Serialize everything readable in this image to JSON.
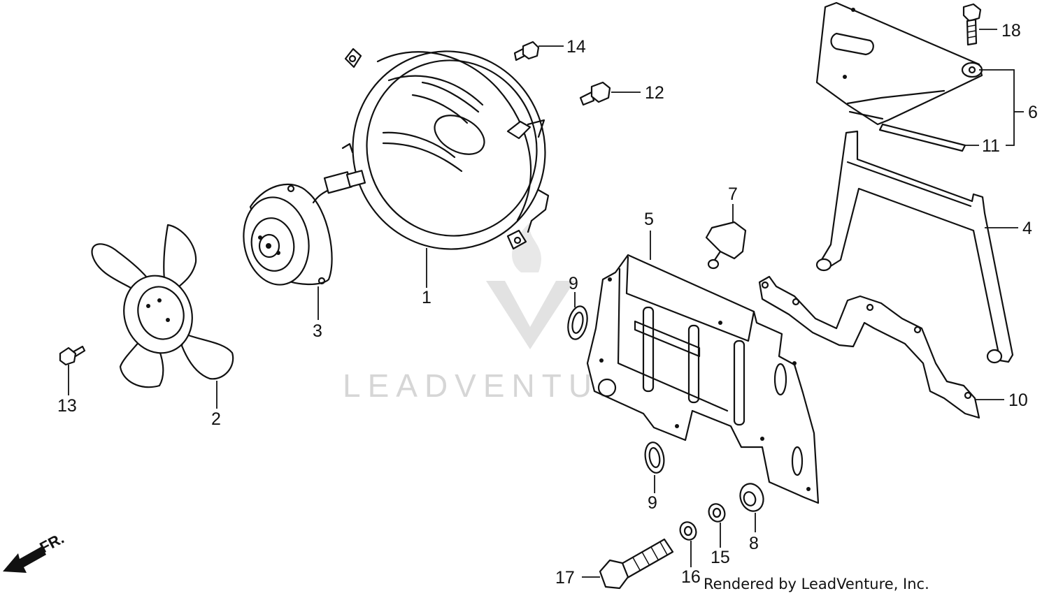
{
  "diagram": {
    "watermark": "LEADVENTURE",
    "footer": "Rendered by LeadVenture, Inc.",
    "direction_label": "FR.",
    "callouts": {
      "c1": "1",
      "c2": "2",
      "c3": "3",
      "c4": "4",
      "c5": "5",
      "c6": "6",
      "c7": "7",
      "c8": "8",
      "c9a": "9",
      "c9b": "9",
      "c10": "10",
      "c11": "11",
      "c12": "12",
      "c13": "13",
      "c14": "14",
      "c15": "15",
      "c16": "16",
      "c17": "17",
      "c18": "18"
    }
  }
}
